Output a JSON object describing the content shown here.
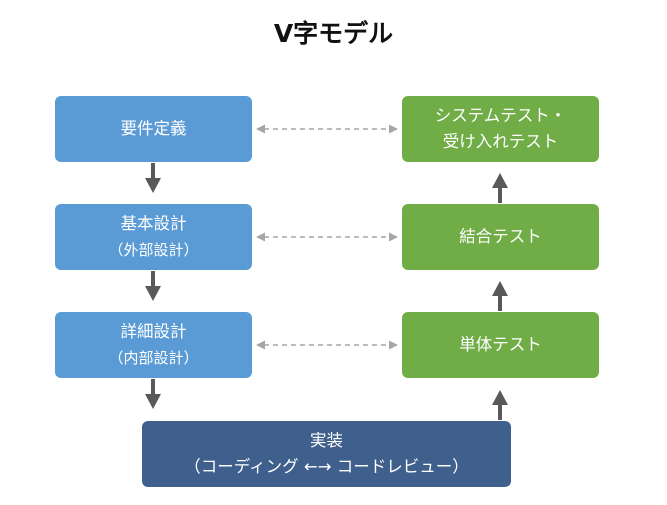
{
  "title": "V字モデル",
  "left_phases": [
    {
      "label": "要件定義",
      "sub": ""
    },
    {
      "label": "基本設計",
      "sub": "（外部設計）"
    },
    {
      "label": "詳細設計",
      "sub": "（内部設計）"
    }
  ],
  "right_phases": [
    {
      "line1": "システムテスト・",
      "line2": "受け入れテスト"
    },
    {
      "line1": "結合テスト",
      "line2": ""
    },
    {
      "line1": "単体テスト",
      "line2": ""
    }
  ],
  "implementation": {
    "label": "実装",
    "sub": "（コーディング ←→ コードレビュー）"
  },
  "colors": {
    "design": "#5b9bd5",
    "test": "#70ad47",
    "implementation": "#3f5f8c",
    "arrow": "#595959",
    "dashed_connector": "#a6a6a6"
  }
}
